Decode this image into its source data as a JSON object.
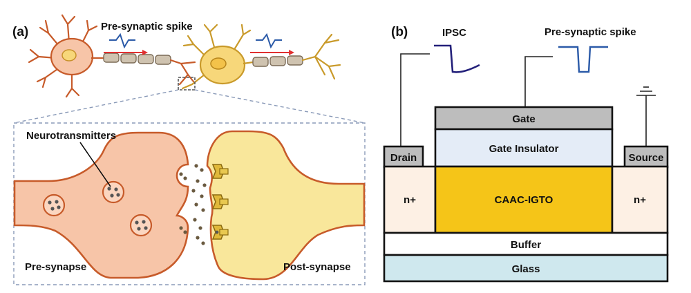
{
  "panel_a": {
    "letter": "(a)",
    "spike_label": "Pre-synaptic spike",
    "neurotransmitters_label": "Neurotransmitters",
    "pre_synapse_label": "Pre-synapse",
    "post_synapse_label": "Post-synapse"
  },
  "panel_b": {
    "letter": "(b)",
    "ipsc_label": "IPSC",
    "spike_label": "Pre-synaptic spike",
    "layers": {
      "gate": "Gate",
      "gate_insulator": "Gate Insulator",
      "drain": "Drain",
      "source": "Source",
      "n_left": "n+",
      "channel": "CAAC-IGTO",
      "n_right": "n+",
      "buffer": "Buffer",
      "glass": "Glass"
    }
  },
  "colors": {
    "neuron_pre": "#f7c5a8",
    "neuron_post": "#f7d77a",
    "outline": "#c75b2a",
    "channel": "#f5c518",
    "gate": "#bdbdbd",
    "insulator": "#e4ecf7",
    "n_region": "#fdf0e4",
    "glass": "#cfe8ee",
    "signal_blue": "#2b5aa8",
    "signal_navy": "#23207a",
    "arrow_red": "#e03030"
  }
}
